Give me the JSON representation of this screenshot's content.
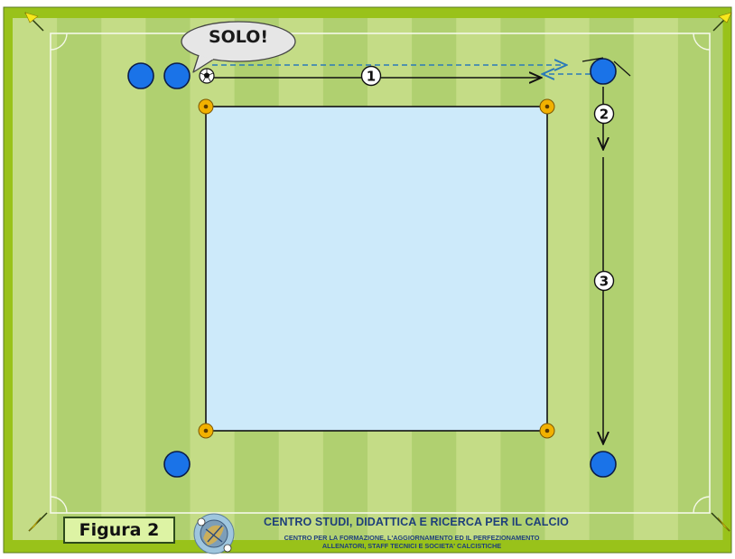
{
  "speech_bubble": {
    "text": "SOLO!"
  },
  "step_labels": [
    "1",
    "2",
    "3"
  ],
  "figure_label": "Figura 2",
  "organization": {
    "title": "CENTRO STUDI, DIDATTICA E RICERCA PER IL CALCIO",
    "subtitle_line1": "CENTRO PER LA FORMAZIONE, L'AGGIORNAMENTO ED IL PERFEZIONAMENTO",
    "subtitle_line2": "ALLENATORI, STAFF TECNICI E SOCIETA' CALCISTICHE"
  },
  "icons": {
    "ball": "soccer-ball-icon",
    "cone": "cone-marker-icon",
    "player": "player-icon",
    "flag": "corner-flag-icon"
  },
  "colors": {
    "border_green": "#99c21a",
    "stripe_light": "#c4dc86",
    "stripe_dark": "#b0d070",
    "square_fill": "#cdeafa",
    "player_fill": "#1a73e8",
    "player_stroke": "#0a1c4a",
    "cone_fill": "#f2b100",
    "pass_dashed": "#2b7ab8",
    "figure_label_bg": "#ddf3a4"
  }
}
